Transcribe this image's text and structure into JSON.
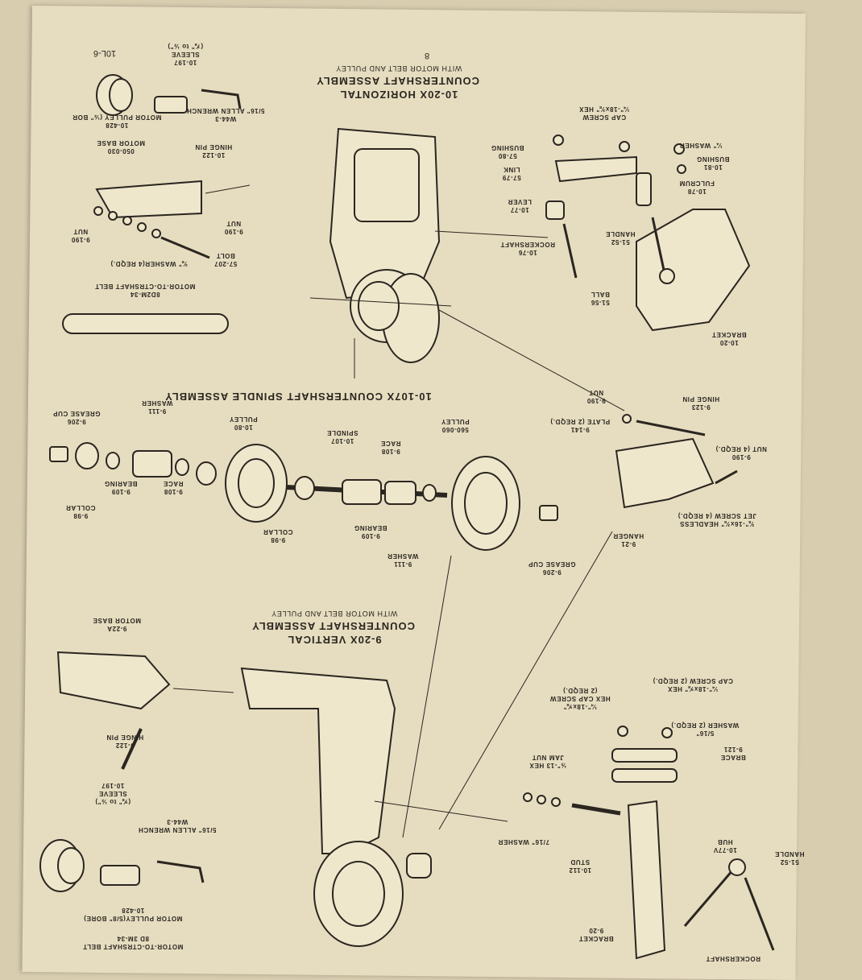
{
  "page": {
    "number": "8",
    "code": "10L-6"
  },
  "sections": {
    "horizontal": {
      "title_1": "10-20X HORIZONTAL",
      "title_2": "COUNTERSHAFT ASSEMBLY",
      "subtitle": "WITH MOTOR BELT AND PULLEY"
    },
    "spindle": {
      "title": "10-107X COUNTERSHAFT SPINDLE ASSEMBLY"
    },
    "vertical": {
      "title_1": "9-20X VERTICAL",
      "title_2": "COUNTERSHAFT ASSEMBLY",
      "subtitle": "WITH MOTOR BELT AND PULLEY"
    }
  },
  "parts": {
    "sleeve_top": {
      "num": "10-197",
      "name": "SLEEVE",
      "note": "(⅞\" to ½\")"
    },
    "wrench_top": {
      "num": "W44-3",
      "name": "5/16\" ALLEN WRENCH"
    },
    "motor_pulley_top": {
      "num": "10-428",
      "name": "MOTOR PULLEY (½\" BOR"
    },
    "hinge_pin_top": {
      "num": "10-122",
      "name": "HINGE PIN"
    },
    "motor_base_top": {
      "num": "050-030",
      "name": "MOTOR BASE"
    },
    "nut_top_a": {
      "num": "9-190",
      "name": "NUT"
    },
    "nut_top_b": {
      "num": "9-190",
      "name": "NUT"
    },
    "washers_top": {
      "name": "⅜\" WASHER(4 REQD.)"
    },
    "bolt_top": {
      "num": "57-207",
      "name": "BOLT"
    },
    "belt_top": {
      "num": "8D2M-34",
      "name": "MOTOR-TO-CTRSHAFT BELT"
    },
    "cap_screw_top": {
      "name": "CAP SCREW",
      "note": "¼\"-18x⅜\" HEX"
    },
    "washer_top": {
      "name": "¼\" WASHER"
    },
    "bushing_top_a": {
      "num": "57-80",
      "name": "BUSHING"
    },
    "bushing_top_b": {
      "num": "10-81",
      "name": "BUSHING"
    },
    "link_top": {
      "num": "57-79",
      "name": "LINK"
    },
    "fulcrum_top": {
      "num": "10-78",
      "name": "FULCRUM"
    },
    "lever_top": {
      "num": "10-77",
      "name": "LEVER"
    },
    "handle_top": {
      "num": "51-52",
      "name": "HANDLE"
    },
    "rockershaft_top": {
      "num": "10-76",
      "name": "ROCKERSHAFT"
    },
    "ball_top": {
      "num": "51-56",
      "name": "BALL"
    },
    "bracket_top": {
      "num": "10-20",
      "name": "BRACKET"
    },
    "grease_cup_a": {
      "num": "9-206",
      "name": "GREASE CUP"
    },
    "collar_a": {
      "num": "9-98",
      "name": "COLLAR"
    },
    "bearing_a": {
      "num": "9-109",
      "name": "BEARING"
    },
    "washer_a": {
      "num": "9-111",
      "name": "WASHER"
    },
    "race_a": {
      "num": "9-108",
      "name": "RACE"
    },
    "collar_b": {
      "num": "9-98",
      "name": "COLLAR"
    },
    "pulley_a": {
      "num": "10-80",
      "name": "PULLEY"
    },
    "spindle": {
      "num": "10-107",
      "name": "SPINDLE"
    },
    "race_b": {
      "num": "9-108",
      "name": "RACE"
    },
    "bearing_b": {
      "num": "9-109",
      "name": "BEARING"
    },
    "washer_b": {
      "num": "9-111",
      "name": "WASHER"
    },
    "pulley_b": {
      "num": "560-060",
      "name": "PULLEY"
    },
    "grease_cup_b": {
      "num": "9-206",
      "name": "GREASE CUP"
    },
    "nut_mid": {
      "num": "9-190",
      "name": "NUT"
    },
    "hinge_pin_mid": {
      "num": "9-123",
      "name": "HINGE PIN"
    },
    "plate_mid": {
      "num": "9-141",
      "name": "PLATE (2 REQD.)"
    },
    "nut4_mid": {
      "num": "9-190",
      "name": "NUT (4 REQD.)"
    },
    "set_screw_mid": {
      "name": "JET SCREW (4 REQD.)",
      "note": "⅜\"-16x⅜\" HEADLESS"
    },
    "hanger_mid": {
      "num": "9-21",
      "name": "HANGER"
    },
    "motor_base_bot": {
      "num": "9-22A",
      "name": "MOTOR BASE"
    },
    "hinge_pin_bot": {
      "num": "9-122",
      "name": "HINGE PIN"
    },
    "sleeve_bot": {
      "num": "10-197",
      "name": "SLEEVE",
      "note": "(⅝\" to ½\")"
    },
    "wrench_bot": {
      "num": "W44-3",
      "name": "5/16\" ALLEN WRENCH"
    },
    "motor_pulley_bot": {
      "num": "10-428",
      "name": "MOTOR PULLEY(5/8\" BORE)"
    },
    "belt_bot": {
      "num": "8D 3M-34",
      "name": "MOTOR-TO-CTRSHAFT BELT"
    },
    "cap_screw_bot_a": {
      "name": "CAP SCREW (2 REQD.)",
      "note": "¼\"-18x⅝\" HEX"
    },
    "cap_screw_bot_b": {
      "name": "HEX CAP SCREW",
      "note": "¼\"-18x⅝\"",
      "qty": "(2 REQD.)"
    },
    "washer_bot": {
      "name": "WASHER (2 REQD.)",
      "note": "5/16\""
    },
    "brace_bot": {
      "num": "9-121",
      "name": "BRACE"
    },
    "jam_nut_bot": {
      "name": "½\"-13 HEX",
      "note": "JAM NUT"
    },
    "washer_716": {
      "name": "7/16\" WASHER"
    },
    "stud_bot": {
      "num": "10-112",
      "name": "STUD"
    },
    "hub_bot": {
      "num": "10-77V",
      "name": "HUB"
    },
    "handle_bot": {
      "num": "51-52",
      "name": "HANDLE"
    },
    "bracket_bot": {
      "num": "9-20",
      "name": "BRACKET"
    },
    "rockershaft_bot": {
      "name": "ROCKERSHAFT"
    }
  }
}
